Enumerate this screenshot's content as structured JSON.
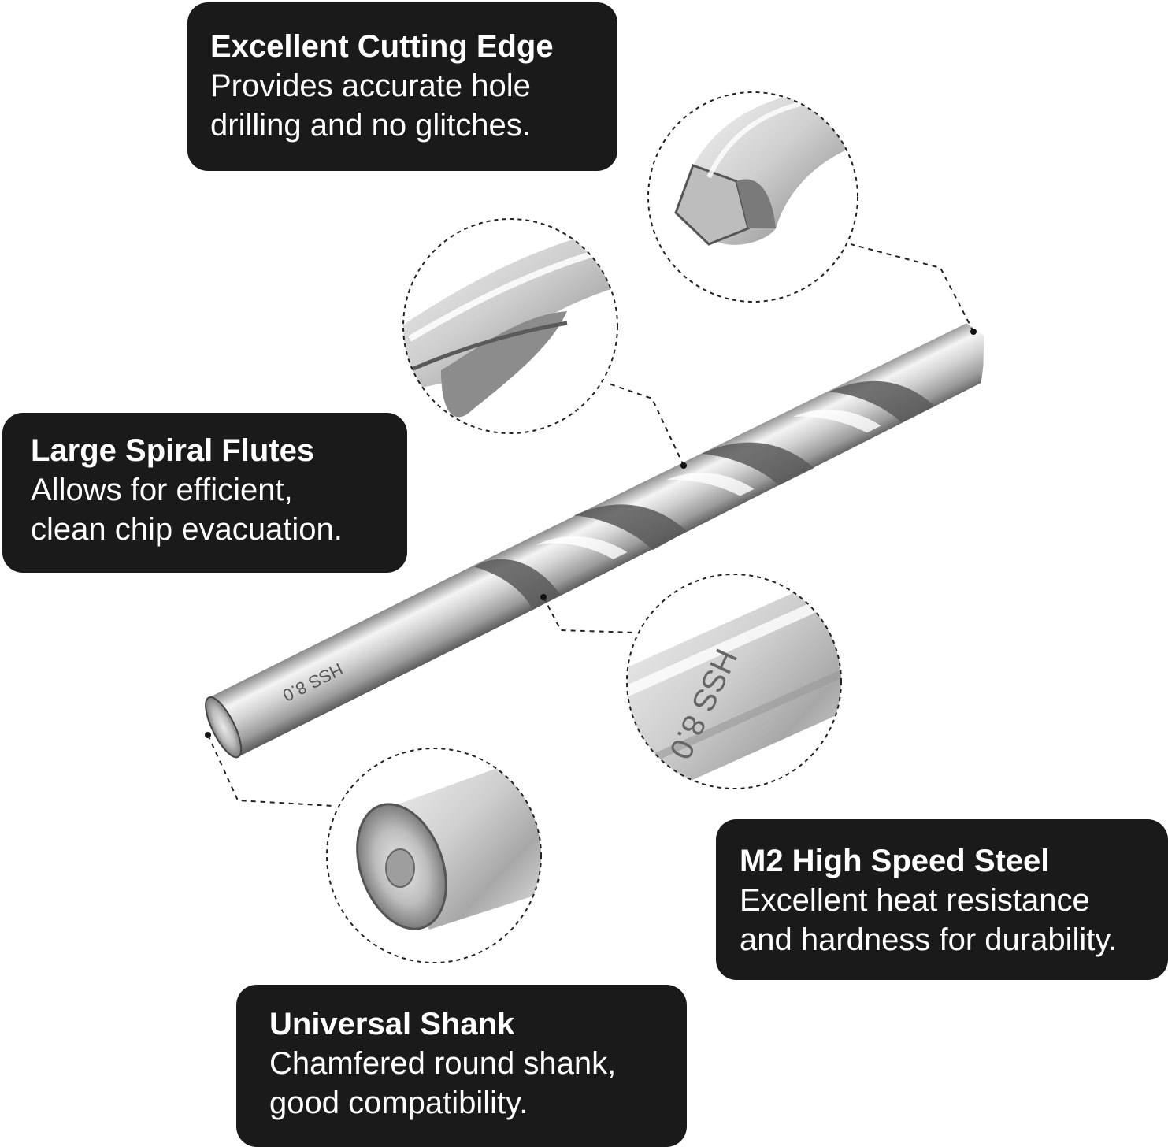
{
  "callouts": {
    "cutting_edge": {
      "title": "Excellent Cutting Edge",
      "body": "Provides accurate hole\ndrilling and no glitches."
    },
    "spiral_flutes": {
      "title": "Large Spiral Flutes",
      "body": "Allows for efficient,\nclean chip evacuation."
    },
    "high_speed_steel": {
      "title": "M2 High Speed Steel",
      "body": "Excellent heat resistance\nand hardness for durability."
    },
    "universal_shank": {
      "title": "Universal Shank",
      "body": "Chamfered round shank,\ngood compatibility."
    }
  },
  "shank_marking": "HSS 8.0",
  "colors": {
    "callout_bg": "#1a1a1a",
    "callout_text": "#ffffff",
    "steel_light": "#f2f2f2",
    "steel_mid": "#c4c4c4",
    "steel_dark": "#6e6e6e",
    "leader_line": "#222222"
  }
}
